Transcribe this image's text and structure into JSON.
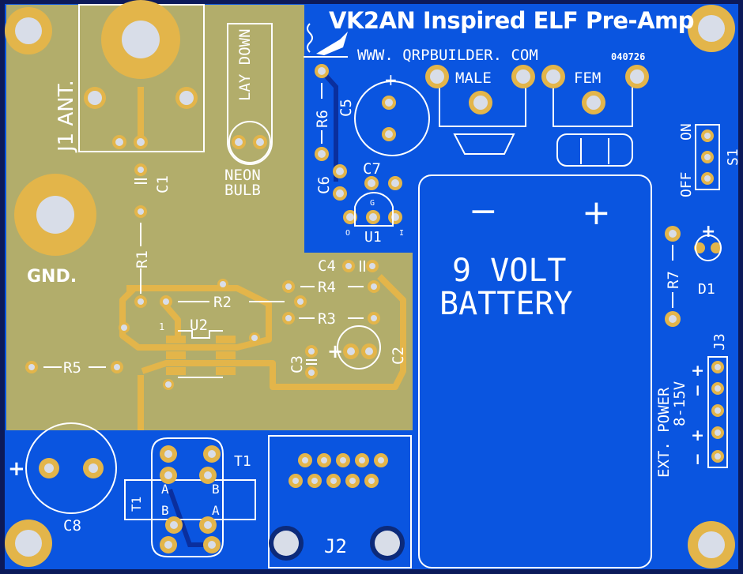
{
  "colors": {
    "board_blue": "#0a55e0",
    "ground_pour": "#b2ad6b",
    "pad_gold": "#e3b54a",
    "silk": "#ffffff",
    "border": "#0c1a5a"
  },
  "title": "VK2AN Inspired ELF Pre-Amp",
  "website": "WWW. QRPBUILDER. COM",
  "revision": "040726",
  "labels": {
    "j1_ant": "J1 ANT.",
    "lay_down": "LAY DOWN",
    "neon_bulb_1": "NEON",
    "neon_bulb_2": "BULB",
    "gnd": "GND.",
    "c1": "C1",
    "r1": "R1",
    "r2": "R2",
    "r3": "R3",
    "r4": "R4",
    "r5": "R5",
    "r6": "R6",
    "r7": "R7",
    "c2": "C2",
    "c3": "C3",
    "c4": "C4",
    "c5": "C5",
    "c6": "C6",
    "c7": "C7",
    "c8": "C8",
    "u1": "U1",
    "u2": "U2",
    "u2_pin1": "1",
    "u1_o": "O",
    "u1_g": "G",
    "u1_i": "I",
    "male": "MALE",
    "fem": "FEM",
    "battery_minus": "−",
    "battery_plus": "+",
    "battery_line1": "9 VOLT",
    "battery_line2": "BATTERY",
    "s1": "S1",
    "off": "OFF",
    "on": "ON",
    "d1": "D1",
    "j3": "J3",
    "j2": "J2",
    "t1": "T1",
    "t1_side": "T1",
    "ext_power_1": "EXT. POWER",
    "ext_power_2": "8-15V",
    "t1_a_top": "A",
    "t1_b_top": "B",
    "t1_b_bot": "B",
    "t1_a_bot": "A",
    "plus": "+",
    "minus": "−"
  }
}
